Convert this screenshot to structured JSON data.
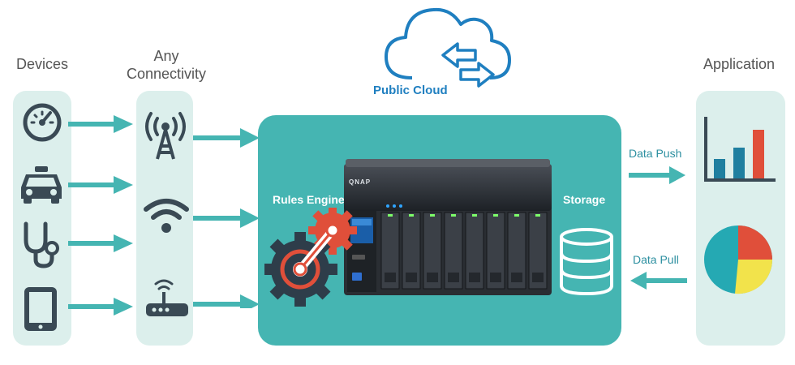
{
  "columns": {
    "devices": "Devices",
    "connectivity": "Any\nConnectivity",
    "application": "Application"
  },
  "cloud": {
    "label": "Public Cloud"
  },
  "hub": {
    "rules_engine": "Rules Engine",
    "storage": "Storage",
    "nas_brand": "QNAP"
  },
  "flows": {
    "push": "Data Push",
    "pull": "Data Pull"
  },
  "colors": {
    "teal": "#45b5b2",
    "panel": "#dcefec",
    "icon_dark": "#3a4a55",
    "blue": "#1f7fc0",
    "red": "#e04f3a",
    "yellow": "#f2e34b"
  },
  "icons": {
    "devices": [
      "speedometer-icon",
      "car-icon",
      "stethoscope-icon",
      "tablet-icon"
    ],
    "connectivity": [
      "cell-tower-icon",
      "wifi-icon",
      "router-icon"
    ],
    "application": [
      "bar-chart-icon",
      "pie-chart-icon"
    ]
  }
}
